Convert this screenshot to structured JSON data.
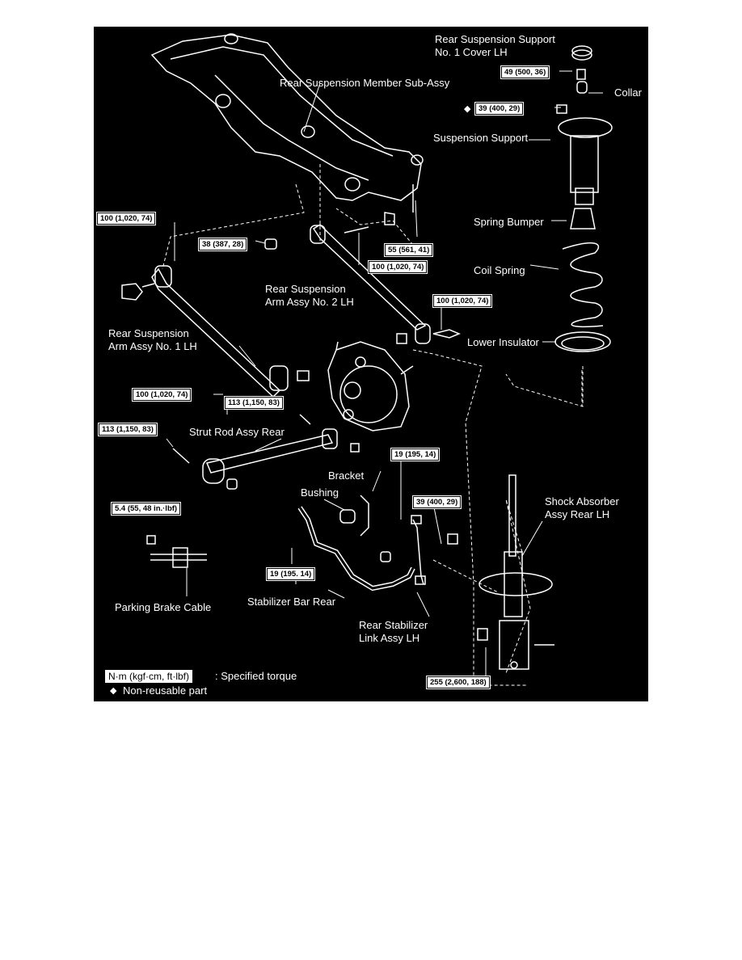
{
  "labels": {
    "cover": "Rear Suspension Support\nNo. 1 Cover LH",
    "collar": "Collar",
    "member": "Rear Suspension Member Sub-Assy",
    "support": "Suspension Support",
    "bumper": "Spring Bumper",
    "coil": "Coil Spring",
    "arm2": "Rear Suspension\nArm Assy No. 2 LH",
    "arm1": "Rear Suspension\nArm Assy No. 1 LH",
    "insulator": "Lower Insulator",
    "strut_rod": "Strut Rod Assy Rear",
    "bracket": "Bracket",
    "bushing": "Bushing",
    "shock": "Shock Absorber\nAssy Rear LH",
    "parking": "Parking Brake Cable",
    "stabilizer": "Stabilizer Bar Rear",
    "link": "Rear Stabilizer\nLink Assy LH"
  },
  "torques": {
    "t_cover": "49 (500, 36)",
    "t_nut_top": "39 (400, 29)",
    "t_arm1_top": "100 (1,020, 74)",
    "t_38": "38 (387, 28)",
    "t_55": "55 (561, 41)",
    "t_arm2_mid": "100 (1,020, 74)",
    "t_arm2_end": "100 (1,020, 74)",
    "t_arm1_bot": "100 (1,020, 74)",
    "t_113_a": "113 (1,150, 83)",
    "t_113_b": "113 (1,150, 83)",
    "t_19_a": "19 (195, 14)",
    "t_39_link": "39 (400, 29)",
    "t_5_4": "5.4 (55, 48 in.·lbf)",
    "t_19_b": "19 (195. 14)",
    "t_255": "255 (2,600, 188)"
  },
  "legend": {
    "unit_box": "N·m (kgf·cm, ft·lbf)",
    "unit_text": ": Specified torque",
    "diamond": "◆",
    "nonreusable": "Non-reusable part"
  },
  "colors": {
    "background": "#000000",
    "ink": "#ffffff"
  }
}
